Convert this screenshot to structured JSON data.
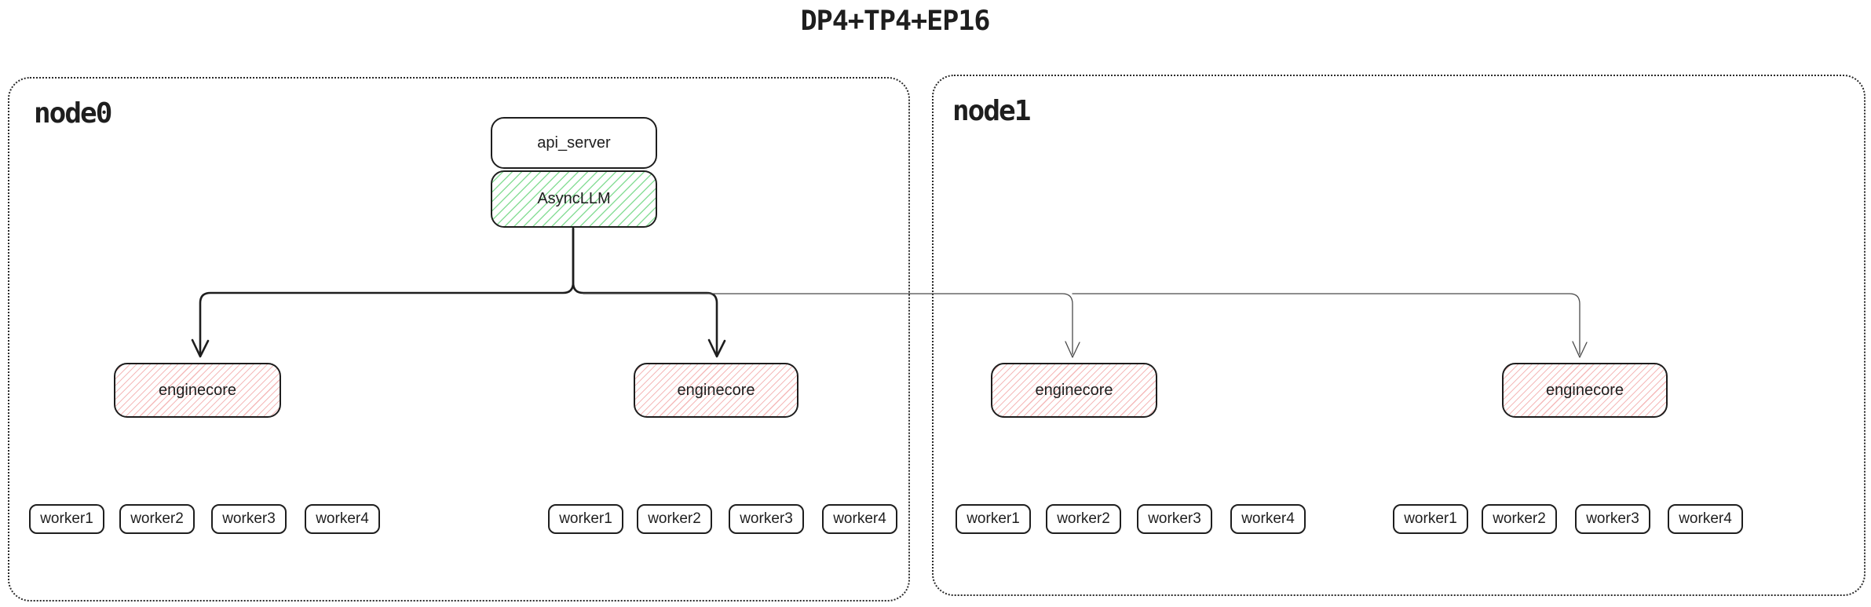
{
  "title": "DP4+TP4+EP16",
  "colors": {
    "stroke": "#1e1e1e",
    "green_hatch": "#8ade99",
    "red_hatch": "#f5baba"
  },
  "nodes": [
    {
      "label": "node0",
      "api_server_label": "api_server",
      "asyncllm_label": "AsyncLLM",
      "enginecores": [
        {
          "label": "enginecore",
          "workers": [
            "worker1",
            "worker2",
            "worker3",
            "worker4"
          ]
        },
        {
          "label": "enginecore",
          "workers": [
            "worker1",
            "worker2",
            "worker3",
            "worker4"
          ]
        }
      ]
    },
    {
      "label": "node1",
      "enginecores": [
        {
          "label": "enginecore",
          "workers": [
            "worker1",
            "worker2",
            "worker3",
            "worker4"
          ]
        },
        {
          "label": "enginecore",
          "workers": [
            "worker1",
            "worker2",
            "worker3",
            "worker4"
          ]
        }
      ]
    }
  ]
}
